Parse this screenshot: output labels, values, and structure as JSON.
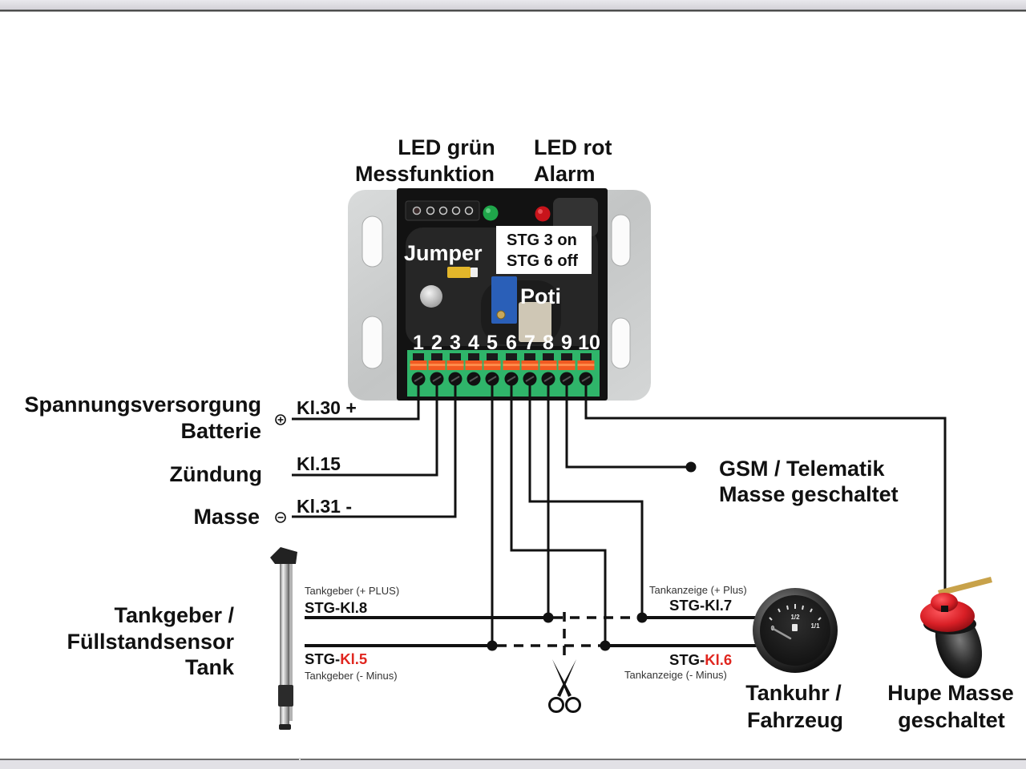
{
  "device": {
    "led_green": {
      "line1": "LED grün",
      "line2": "Messfunktion"
    },
    "led_red": {
      "line1": "LED rot",
      "line2": "Alarm"
    },
    "jumper_label": "Jumper",
    "mode_label": {
      "line1": "STG 3 on",
      "line2": "STG 6 off"
    },
    "poti_label": "Poti",
    "pins": [
      "1",
      "2",
      "3",
      "4",
      "5",
      "6",
      "7",
      "8",
      "9",
      "10"
    ]
  },
  "power": {
    "supply": {
      "line1": "Spannungsversorgung",
      "line2": "Batterie",
      "terminal": "Kl.30 +",
      "symbol": "plus"
    },
    "ignition": {
      "label": "Zündung",
      "terminal": "Kl.15"
    },
    "ground": {
      "label": "Masse",
      "terminal": "Kl.31 -",
      "symbol": "minus"
    }
  },
  "gsm": {
    "line1": "GSM / Telematik",
    "line2": "Masse geschaltet"
  },
  "tank_sender": {
    "line1": "Tankgeber /",
    "line2": "Füllstandsensor",
    "line3": "Tank",
    "plus": {
      "desc": "Tankgeber (+ PLUS)",
      "prefix": "STG-",
      "terminal": "Kl.8"
    },
    "minus": {
      "desc": "Tankgeber (- Minus)",
      "prefix": "STG-",
      "terminal": "Kl.5"
    }
  },
  "fuel_gauge": {
    "line1": "Tankuhr /",
    "line2": "Fahrzeug",
    "plus": {
      "desc": "Tankanzeige (+ Plus)",
      "prefix": "STG-",
      "terminal": "Kl.7"
    },
    "minus": {
      "desc": "Tankanzeige (- Minus)",
      "prefix": "STG-",
      "terminal": "Kl.6"
    },
    "dial": [
      "0",
      "1/2",
      "1/1"
    ]
  },
  "horn": {
    "line1": "Hupe Masse",
    "line2": "geschaltet"
  },
  "colors": {
    "highlight_red": "#e0261f",
    "wire": "#111111",
    "terminal_green": "#2fb56a",
    "terminal_orange": "#f15a22",
    "led_green": "#1fa64a",
    "led_red": "#c8141b"
  }
}
